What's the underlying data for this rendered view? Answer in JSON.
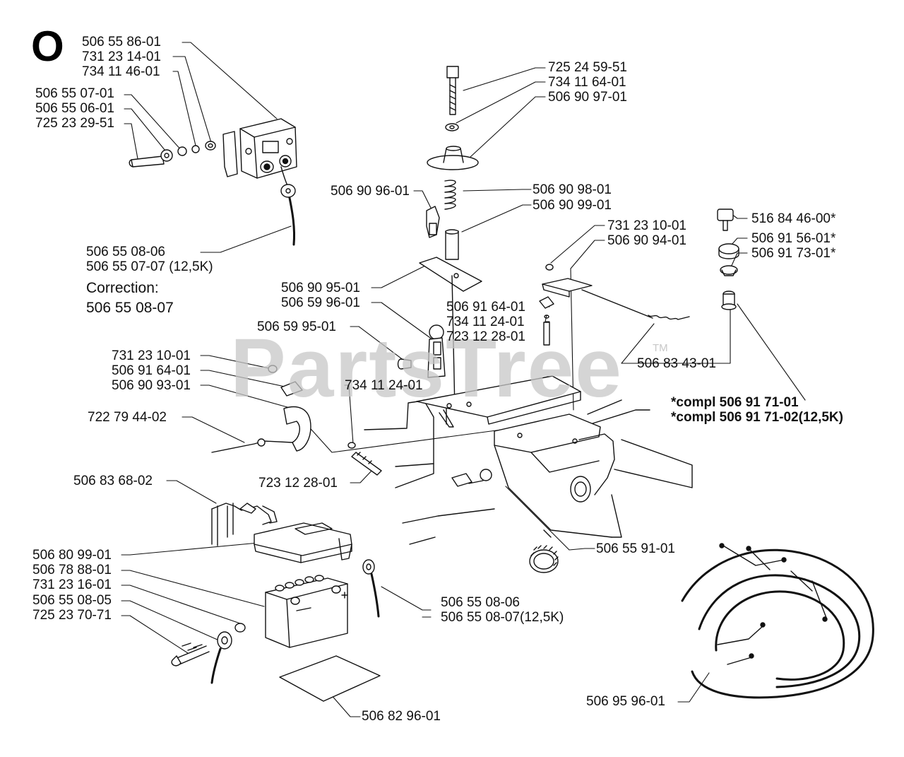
{
  "section": "O",
  "watermark": {
    "text": "PartsTree",
    "tm": "TM"
  },
  "correction": {
    "title": "Correction:",
    "part": "506 55 08-07"
  },
  "labels": {
    "l01": "506 55 86-01",
    "l02": "731 23 14-01",
    "l03": "734 11 46-01",
    "l04": "506 55 07-01",
    "l05": "506 55 06-01",
    "l06": "725 23 29-51",
    "l07": "506 55 08-06",
    "l08": "506 55 07-07 (12,5K)",
    "l09": "725 24 59-51",
    "l10": "734 11 64-01",
    "l11": "506 90 97-01",
    "l12": "506 90 96-01",
    "l13": "506 90 98-01",
    "l14": "506 90 99-01",
    "l15": "731 23 10-01",
    "l16": "506 90 94-01",
    "l17": "516 84 46-00*",
    "l18": "506 91 56-01*",
    "l19": "506 91 73-01*",
    "l20": "506 90 95-01",
    "l21": "506 59 96-01",
    "l22": "506 59 95-01",
    "l23": "506 91 64-01",
    "l24": "734 11 24-01",
    "l25": "723 12 28-01",
    "l26": "506 83 43-01",
    "l27": "731 23 10-01",
    "l28": "506 91 64-01",
    "l29": "506 90 93-01",
    "l30": "734 11 24-01",
    "l31": "722 79 44-02",
    "l32": "723 12 28-01",
    "l33": "*compl 506 91 71-01",
    "l34": "*compl 506 91 71-02(12,5K)",
    "l35": "506 83 68-02",
    "l36": "506 55 91-01",
    "l37": "506 80 99-01",
    "l38": "506 78 88-01",
    "l39": "731 23 16-01",
    "l40": "506 55 08-05",
    "l41": "725 23 70-71",
    "l42": "506 55 08-06",
    "l43": "506 55 08-07(12,5K)",
    "l44": "506 95 96-01",
    "l45": "506 82 96-01"
  }
}
